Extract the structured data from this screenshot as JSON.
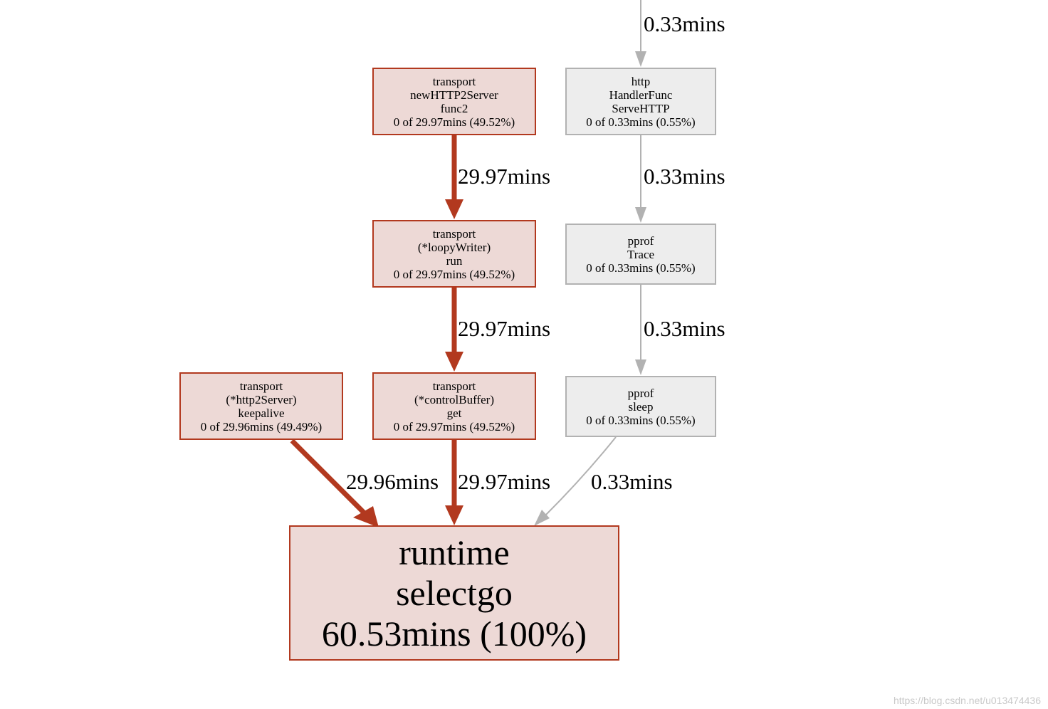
{
  "nodes": {
    "new_http2_server": {
      "lines": [
        "transport",
        "newHTTP2Server",
        "func2",
        "0 of 29.97mins (49.52%)"
      ]
    },
    "loopy_writer": {
      "lines": [
        "transport",
        "(*loopyWriter)",
        "run",
        "0 of 29.97mins (49.52%)"
      ]
    },
    "control_buffer": {
      "lines": [
        "transport",
        "(*controlBuffer)",
        "get",
        "0 of 29.97mins (49.52%)"
      ]
    },
    "http2_keepalive": {
      "lines": [
        "transport",
        "(*http2Server)",
        "keepalive",
        "0 of 29.96mins (49.49%)"
      ]
    },
    "handler_func": {
      "lines": [
        "http",
        "HandlerFunc",
        "ServeHTTP",
        "0 of 0.33mins (0.55%)"
      ]
    },
    "pprof_trace": {
      "lines": [
        "pprof",
        "Trace",
        "0 of 0.33mins (0.55%)"
      ]
    },
    "pprof_sleep": {
      "lines": [
        "pprof",
        "sleep",
        "0 of 0.33mins (0.55%)"
      ]
    },
    "runtime_selectgo": {
      "lines": [
        "runtime",
        "selectgo",
        "60.53mins (100%)"
      ]
    }
  },
  "edges": {
    "into_handler": "0.33mins",
    "newhttp_to_loopy": "29.97mins",
    "handler_to_trace": "0.33mins",
    "loopy_to_control": "29.97mins",
    "trace_to_sleep": "0.33mins",
    "keepalive_to_selectgo": "29.96mins",
    "control_to_selectgo": "29.97mins",
    "sleep_to_selectgo": "0.33mins"
  },
  "colors": {
    "hot_fill": "#edd9d6",
    "hot_stroke": "#b2391f",
    "cold_fill": "#ededed",
    "cold_stroke": "#b2b2b2"
  },
  "watermark": "https://blog.csdn.net/u013474436"
}
